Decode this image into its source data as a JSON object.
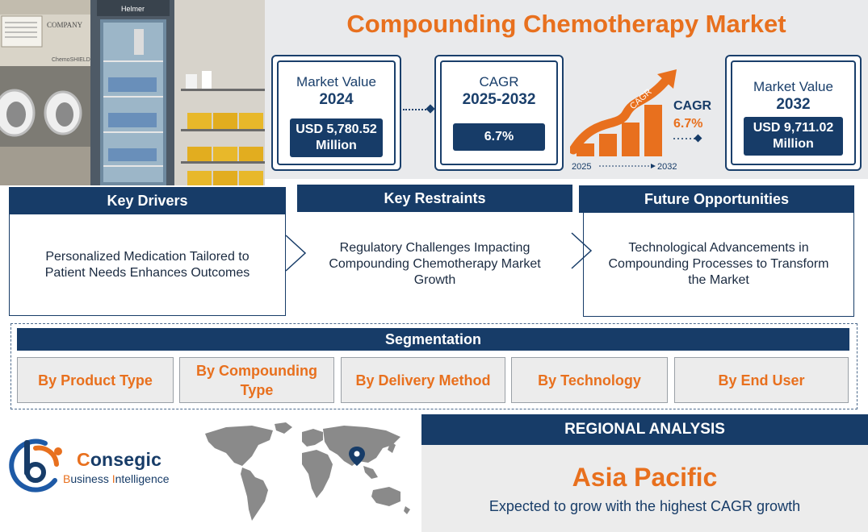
{
  "title": "Compounding Chemotherapy Market",
  "photo": {
    "cabinet_brand": "Helmer",
    "hood_brand": "COMPANY",
    "hood_model": "ChemoSHIELD"
  },
  "stats": {
    "market_2024": {
      "label": "Market Value",
      "year": "2024",
      "value_line1": "USD 5,780.52",
      "value_line2": "Million"
    },
    "cagr": {
      "label": "CAGR",
      "years": "2025-2032",
      "value": "6.7%"
    },
    "chart": {
      "arrow_label": "CAGR",
      "side_label": "CAGR",
      "side_value": "6.7%",
      "start_year": "2025",
      "end_year": "2032"
    },
    "market_2032": {
      "label": "Market Value",
      "year": "2032",
      "value_line1": "USD 9,711.02",
      "value_line2": "Million"
    }
  },
  "factors": [
    {
      "heading": "Key Drivers",
      "text": "Personalized Medication Tailored to Patient Needs Enhances Outcomes"
    },
    {
      "heading": "Key Restraints",
      "text": "Regulatory Challenges Impacting Compounding Chemotherapy Market Growth"
    },
    {
      "heading": "Future Opportunities",
      "text": "Technological Advancements in Compounding Processes to Transform the Market"
    }
  ],
  "segmentation": {
    "heading": "Segmentation",
    "items": [
      "By Product Type",
      "By Compounding Type",
      "By Delivery Method",
      "By Technology",
      "By End User"
    ]
  },
  "brand": {
    "name_first": "C",
    "name_rest": "onsegic",
    "tagline_b": "B",
    "tagline_usiness": "usiness ",
    "tagline_i": "I",
    "tagline_ntelligence": "ntelligence"
  },
  "regional": {
    "heading": "REGIONAL ANALYSIS",
    "region": "Asia Pacific",
    "note": "Expected to grow with the highest CAGR growth"
  },
  "colors": {
    "navy": "#173c68",
    "orange": "#e8701e",
    "grey_panel": "#ececec"
  },
  "icons": [
    "location-pin-icon",
    "growth-arrow-icon",
    "world-map"
  ]
}
